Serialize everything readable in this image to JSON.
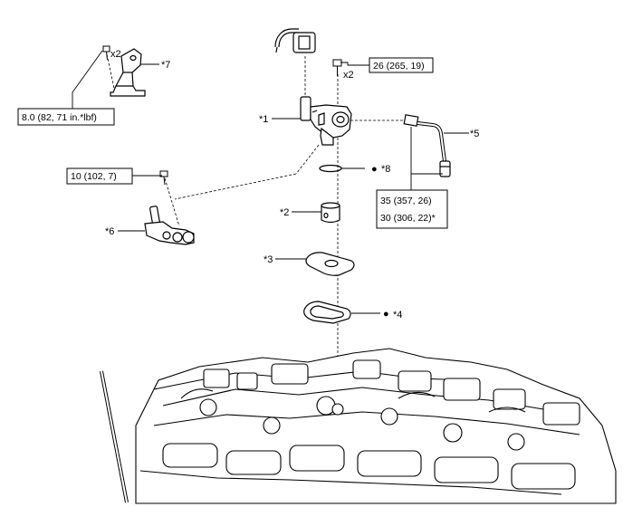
{
  "callouts": {
    "c1": "*1",
    "c2": "*2",
    "c3": "*3",
    "c4": "*4",
    "c5": "*5",
    "c6": "*6",
    "c7": "*7",
    "c8": "*8"
  },
  "quantities": {
    "bracket_bolts": "x2",
    "pump_bolts": "x2"
  },
  "torque": {
    "bracket": "8.0 (82, 71 in.*lbf)",
    "pump_bolt": "26 (265, 19)",
    "sensor_bolt": "10 (102, 7)",
    "fuel_pipe_line1": "35 (357, 26)",
    "fuel_pipe_line2": "30 (306, 22)*"
  },
  "markers": {
    "non_reusable": "●"
  }
}
